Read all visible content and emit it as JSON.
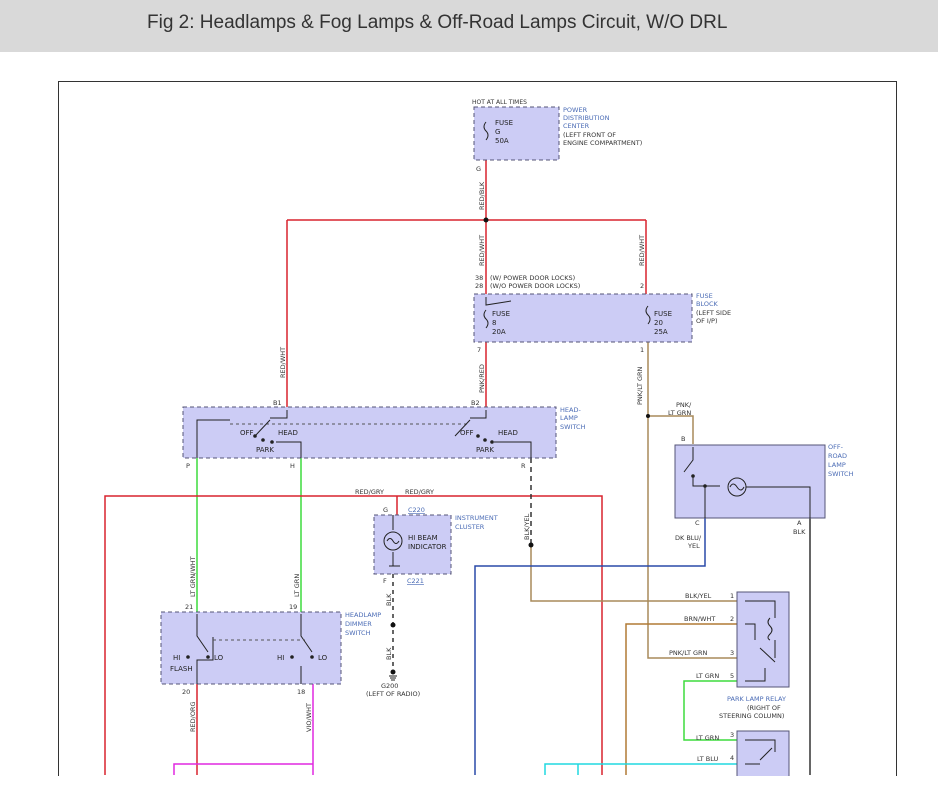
{
  "header": {
    "title": "Fig 2: Headlamps & Fog Lamps & Off-Road Lamps Circuit, W/O DRL"
  },
  "colors": {
    "header_bg": "#d9d9d9",
    "component_fill": "#ccccf5",
    "component_border": "#555577",
    "label_blue": "#4a6bb5",
    "wire_red": "#d9232e",
    "wire_green": "#3ddc3d",
    "wire_magenta": "#e028e0",
    "wire_black": "#333333",
    "wire_tan": "#a88a5a",
    "wire_brown": "#b07a35",
    "wire_darkblue": "#2a4aa8",
    "wire_cyan": "#20d8e0"
  },
  "diagram": {
    "pdc": {
      "top_note": "HOT AT ALL TIMES",
      "fuse": "FUSE",
      "fuse_id": "G",
      "rating": "50A",
      "pin": "G",
      "label": [
        "POWER",
        "DISTRIBUTION",
        "CENTER"
      ],
      "location": [
        "(LEFT FRONT OF",
        "ENGINE COMPARTMENT)"
      ],
      "wire": "RED/BLK"
    },
    "fuse_block": {
      "label": [
        "FUSE",
        "BLOCK"
      ],
      "location": [
        "(LEFT SIDE",
        "OF I/P)"
      ],
      "pin_38": "38",
      "pin_28": "28",
      "note_38": "(W/ POWER DOOR LOCKS)",
      "note_28": "(W/O POWER DOOR LOCKS)",
      "fuse8": "FUSE",
      "fuse8_id": "8",
      "fuse8_rating": "20A",
      "fuse20": "FUSE",
      "fuse20_id": "20",
      "fuse20_rating": "25A",
      "pin_2": "2",
      "pin_7": "7",
      "pin_1": "1",
      "wire_in_left": "RED/WHT",
      "wire_in_right": "RED/WHT",
      "wire_out_left": "PNK/RED",
      "wire_out_right": "PNK/LT GRN"
    },
    "headlamp_switch": {
      "label": [
        "HEAD-",
        "LAMP",
        "SWITCH"
      ],
      "pin_b1": "B1",
      "pin_b2": "B2",
      "off": "OFF",
      "head": "HEAD",
      "park": "PARK",
      "pin_p": "P",
      "pin_h": "H",
      "pin_r": "R",
      "wire_feed": "RED/WHT"
    },
    "offroad": {
      "label": [
        "OFF-",
        "ROAD",
        "LAMP",
        "SWITCH"
      ],
      "wire_in": [
        "PNK/",
        "LT GRN"
      ],
      "pin_b": "B",
      "pin_c": "C",
      "pin_a": "A",
      "wire_c": [
        "DK BLU/",
        "YEL"
      ],
      "wire_a": "BLK"
    },
    "cluster": {
      "label": [
        "INSTRUMENT",
        "CLUSTER"
      ],
      "pin_g": "G",
      "conn_top": "C220",
      "conn_bot": "C221",
      "indicator": [
        "HI BEAM",
        "INDICATOR"
      ],
      "pin_f": "F",
      "wire_top_a": "RED/GRY",
      "wire_top_b": "RED/GRY",
      "wire_bot": "BLK",
      "ground": "G200",
      "ground_loc": "(LEFT OF RADIO)"
    },
    "dimmer": {
      "label": [
        "HEADLAMP",
        "DIMMER",
        "SWITCH"
      ],
      "pin_21": "21",
      "pin_19": "19",
      "pin_20": "20",
      "pin_18": "18",
      "hi_left": "HI",
      "flash": "FLASH",
      "lo_left": "LO",
      "hi_right": "HI",
      "lo_right": "LO",
      "wire_21": "LT GRN/WHT",
      "wire_19": "LT GRN",
      "wire_20": "RED/ORG",
      "wire_18": "VIO/WHT"
    },
    "r_wire": "BLK/YEL",
    "relay": {
      "label": "PARK LAMP RELAY",
      "location": [
        "(RIGHT OF",
        "STEERING COLUMN)"
      ],
      "pins": [
        "1",
        "2",
        "3",
        "5"
      ],
      "wires": [
        "BLK/YEL",
        "BRN/WHT",
        "PNK/LT GRN",
        "LT GRN"
      ]
    },
    "relay2": {
      "pins": [
        "3",
        "4"
      ],
      "wires": [
        "LT GRN",
        "LT BLU"
      ]
    }
  }
}
